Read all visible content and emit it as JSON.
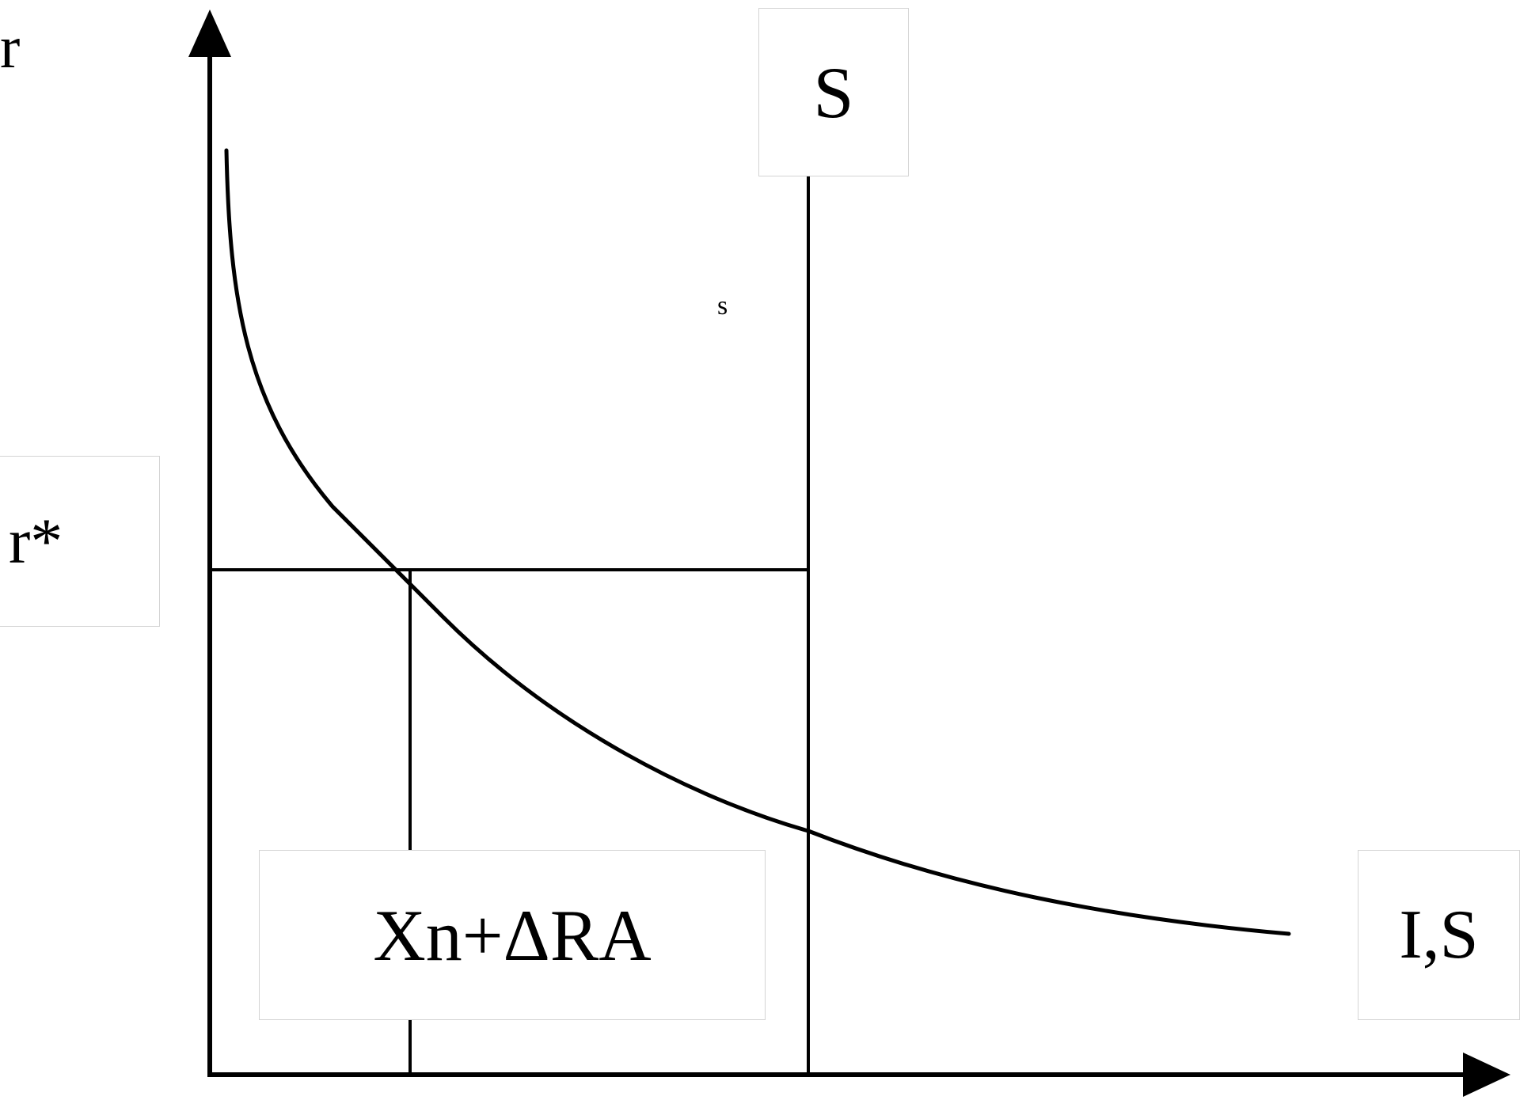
{
  "labels": {
    "y_axis": "r",
    "r_star": "r*",
    "s_box": "S",
    "s_small": "s",
    "x_axis": "I,S",
    "curve_label": "Xn+ΔRA"
  },
  "colors": {
    "ink": "#000000",
    "box_border": "#d4d4d4",
    "background": "#ffffff"
  }
}
